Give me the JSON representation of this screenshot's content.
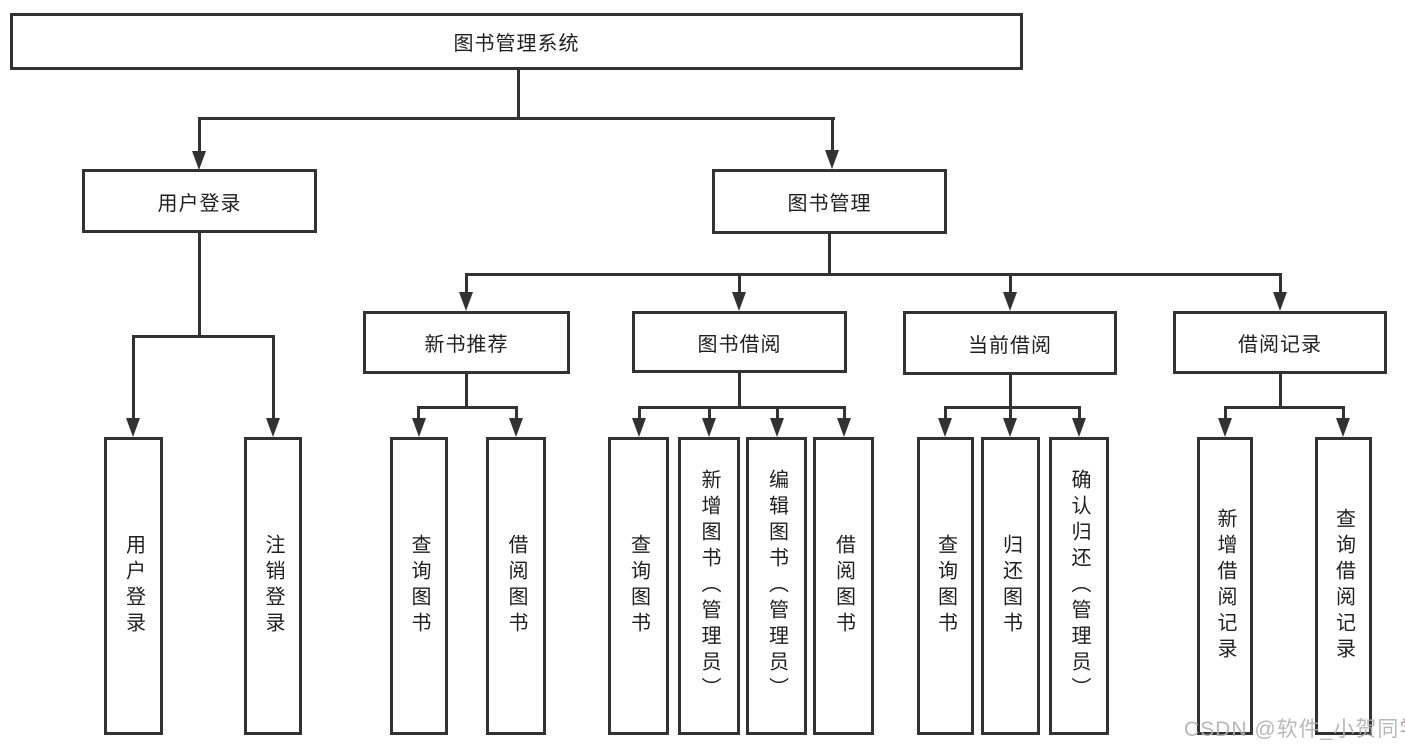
{
  "colors": {
    "line": "#323232",
    "box_background": "#ffffff",
    "text": "#1f1f1f",
    "watermark_gray": "#b3b3b3",
    "watermark_accent": "#d0908a",
    "page_background": "#ffffff"
  },
  "tree": {
    "label": "图书管理系统",
    "children": [
      {
        "label": "用户登录",
        "children": [
          {
            "label": "用户登录"
          },
          {
            "label": "注销登录"
          }
        ]
      },
      {
        "label": "图书管理",
        "children": [
          {
            "label": "新书推荐",
            "children": [
              {
                "label": "查询图书"
              },
              {
                "label": "借阅图书"
              }
            ]
          },
          {
            "label": "图书借阅",
            "children": [
              {
                "label": "查询图书"
              },
              {
                "label": "新增图书（管理员）"
              },
              {
                "label": "编辑图书（管理员）"
              },
              {
                "label": "借阅图书"
              }
            ]
          },
          {
            "label": "当前借阅",
            "children": [
              {
                "label": "查询图书"
              },
              {
                "label": "归还图书"
              },
              {
                "label": "确认归还（管理员）"
              }
            ]
          },
          {
            "label": "借阅记录",
            "children": [
              {
                "label": "新增借阅记录"
              },
              {
                "label": "查询借阅记录"
              }
            ]
          }
        ]
      }
    ]
  },
  "watermark": {
    "prefix": "CSDN @软件_小贺同",
    "suffix": "学"
  }
}
